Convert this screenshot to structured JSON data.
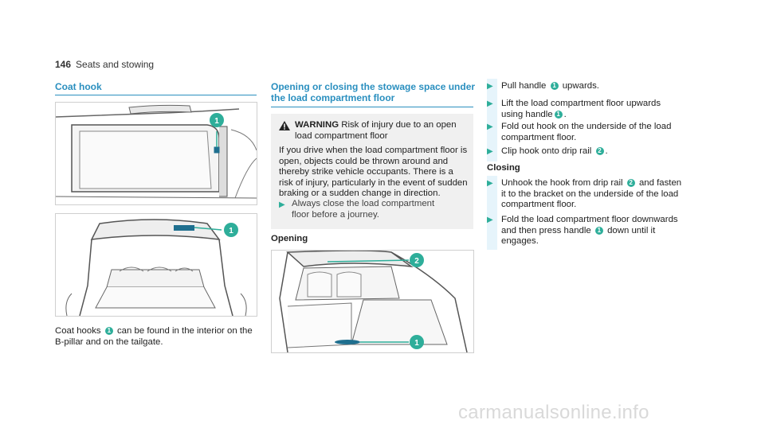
{
  "header": {
    "page_number": "146",
    "section": "Seats and stowing"
  },
  "coat_hook": {
    "title": "Coat hook",
    "caption_before": "Coat hooks",
    "caption_callout": "1",
    "caption_after": "can be found in the interior on the B-pillar and on the tailgate."
  },
  "stowage": {
    "title_line1": "Opening or closing the stowage space under",
    "title_line2": "the load compartment floor",
    "warning": {
      "label": "WARNING",
      "headline_rest": "Risk of injury due to an open",
      "headline_line2": "load compartment floor",
      "body": "If you drive when the load compartment floor is open, objects could be thrown around and thereby strike vehicle occupants. There is a risk of injury, particularly in the event of sudden braking or a sudden change in direction.",
      "instruction_line1": "Always close the load compartment",
      "instruction_line2": "floor before a journey."
    },
    "opening_label": "Opening",
    "closing_label": "Closing"
  },
  "steps_opening": [
    {
      "l1a": "Pull handle",
      "c1": "1",
      "l1b": "upwards.",
      "l2a": "",
      "c2": "",
      "l2b": "",
      "l3": ""
    },
    {
      "l1a": "Lift the load compartment floor upwards",
      "c1": "",
      "l1b": "",
      "l2a": "using handle",
      "c2": "1",
      "l2b": ".",
      "l3": ""
    },
    {
      "l1a": "Fold out hook on the underside of the load",
      "c1": "",
      "l1b": "",
      "l2a": "compartment floor.",
      "c2": "",
      "l2b": "",
      "l3": ""
    },
    {
      "l1a": "Clip hook onto drip rail",
      "c1": "2",
      "l1b": ".",
      "l2a": "",
      "c2": "",
      "l2b": "",
      "l3": ""
    }
  ],
  "steps_closing": [
    {
      "l1a": "Unhook the hook from drip rail",
      "c1": "2",
      "l1b": "and fasten",
      "l2a": "it to the bracket on the underside of the load",
      "c2": "",
      "l2b": "",
      "l3": "compartment floor."
    },
    {
      "l1a": "Fold the load compartment floor downwards",
      "c1": "",
      "l1b": "",
      "l2a": "and then press handle",
      "c2": "1",
      "l2b": "down until it",
      "l3": "engages."
    }
  ],
  "figures": {
    "fig1_callouts": [
      "1"
    ],
    "fig2_callouts": [
      "1"
    ],
    "fig3_callouts": [
      "2",
      "1"
    ]
  },
  "colors": {
    "accent": "#2a8fbf",
    "callout": "#2eae9a",
    "warning_bg": "#f0f0f0"
  },
  "watermark": "carmanualsonline.info"
}
